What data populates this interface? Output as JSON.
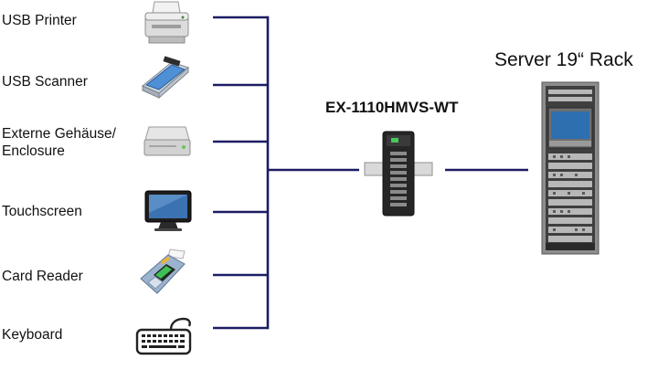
{
  "devices": [
    {
      "label": "USB Printer",
      "icon": "printer-icon"
    },
    {
      "label": "USB Scanner",
      "icon": "scanner-icon"
    },
    {
      "label": "Externe Gehäuse/\nEnclosure",
      "icon": "hard-drive-enclosure-icon"
    },
    {
      "label": "Touchscreen",
      "icon": "touchscreen-monitor-icon"
    },
    {
      "label": "Card Reader",
      "icon": "card-reader-icon"
    },
    {
      "label": "Keyboard",
      "icon": "keyboard-icon"
    }
  ],
  "hub": {
    "label": "EX-1110HMVS-WT",
    "icon": "usb-hub-icon"
  },
  "server": {
    "label": "Server 19“ Rack",
    "icon": "server-rack-icon"
  },
  "colors": {
    "connector_line": "#1c1c64",
    "text": "#111111"
  }
}
